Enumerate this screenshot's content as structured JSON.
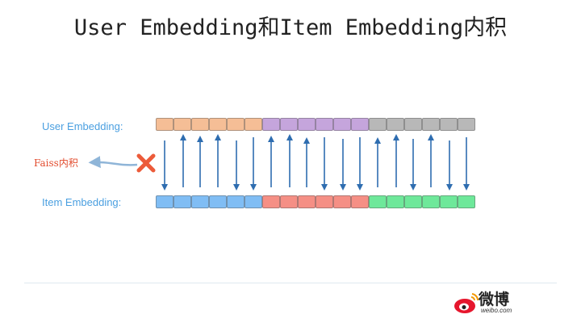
{
  "title": "User Embedding和Item Embedding内积",
  "rows": {
    "user": {
      "label": "User Embedding:",
      "cells": [
        "#f5be96",
        "#f5be96",
        "#f5be96",
        "#f5be96",
        "#f5be96",
        "#f5be96",
        "#c5a5dc",
        "#c5a5dc",
        "#c5a5dc",
        "#c5a5dc",
        "#c5a5dc",
        "#c5a5dc",
        "#b8b8b8",
        "#b8b8b8",
        "#b8b8b8",
        "#b8b8b8",
        "#b8b8b8",
        "#b8b8b8"
      ]
    },
    "item": {
      "label": "Item Embedding:",
      "cells": [
        "#80bdf4",
        "#80bdf4",
        "#80bdf4",
        "#80bdf4",
        "#80bdf4",
        "#80bdf4",
        "#f58f85",
        "#f58f85",
        "#f58f85",
        "#f58f85",
        "#f58f85",
        "#f58f85",
        "#6ee89a",
        "#6ee89a",
        "#6ee89a",
        "#6ee89a",
        "#6ee89a",
        "#6ee89a"
      ]
    }
  },
  "arrows": {
    "directions": [
      "down",
      "up",
      "up",
      "up",
      "down",
      "down",
      "up",
      "up",
      "up",
      "down",
      "down",
      "down",
      "up",
      "up",
      "down",
      "up",
      "down",
      "down"
    ],
    "color": "#2e6db0"
  },
  "annotation": {
    "label": "Faiss内积",
    "cross_color": "#ec5b3a",
    "arrow_color": "#8fb5d8"
  },
  "logo": {
    "icon": "weibo-eye-icon",
    "text": "微博",
    "subtext": "weibo.com"
  }
}
